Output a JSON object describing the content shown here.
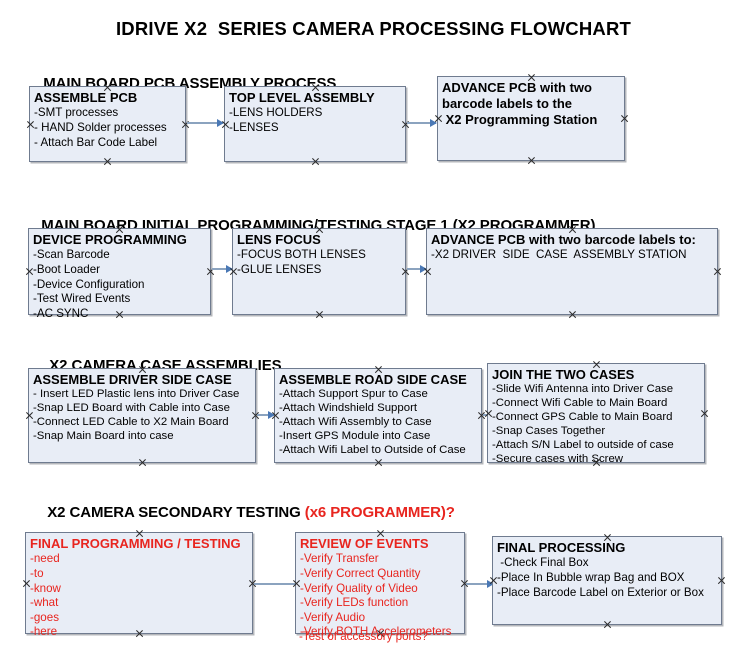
{
  "document": {
    "title": "IDRIVE X2  SERIES CAMERA PROCESSING FLOWCHART",
    "accent_color": "#e8251f",
    "box_fill": "#e8edf6",
    "box_border": "#6f7b8f",
    "arrow_color": "#8ba3bf"
  },
  "sections": [
    {
      "heading": "MAIN BOARD PCB ASSEMBLY PROCESS",
      "heading_accent": "",
      "boxes": [
        {
          "title": "ASSEMBLE PCB",
          "lines": [
            "-SMT processes",
            "- HAND Solder processes",
            "- Attach Bar Code Label"
          ],
          "bold_lines": false,
          "color": "black"
        },
        {
          "title": "TOP LEVEL ASSEMBLY",
          "lines": [
            "-LENS HOLDERS",
            "-LENSES"
          ],
          "bold_lines": false,
          "color": "black"
        },
        {
          "title": "ADVANCE PCB with two",
          "lines": [
            "barcode labels to the",
            " X2 Programming Station"
          ],
          "bold_lines": true,
          "color": "black"
        }
      ]
    },
    {
      "heading": "MAIN BOARD INITIAL PROGRAMMING/TESTING STAGE 1 (X2 PROGRAMMER)",
      "heading_accent": "",
      "boxes": [
        {
          "title": "DEVICE PROGRAMMING",
          "lines": [
            "-Scan Barcode",
            "-Boot Loader",
            "-Device Configuration",
            "-Test Wired Events",
            "-AC SYNC"
          ],
          "bold_lines": false,
          "color": "black"
        },
        {
          "title": "LENS FOCUS",
          "lines": [
            "-FOCUS BOTH LENSES",
            "-GLUE LENSES"
          ],
          "bold_lines": false,
          "color": "black"
        },
        {
          "title": "ADVANCE PCB with two barcode labels to:",
          "lines": [
            "-X2 DRIVER  SIDE  CASE  ASSEMBLY STATION"
          ],
          "bold_lines": false,
          "color": "black"
        }
      ]
    },
    {
      "heading": "X2 CAMERA CASE ASSEMBLIES",
      "heading_accent": "",
      "boxes": [
        {
          "title": "ASSEMBLE DRIVER SIDE CASE",
          "lines": [
            "- Insert LED Plastic lens into Driver Case",
            "-Snap LED Board with Cable into Case",
            "-Connect LED Cable to X2 Main Board",
            "-Snap Main Board into case"
          ],
          "bold_lines": false,
          "color": "black"
        },
        {
          "title": "ASSEMBLE ROAD SIDE CASE",
          "lines": [
            "-Attach Support Spur to Case",
            "-Attach Windshield Support",
            "-Attach Wifi Assembly to Case",
            "-Insert GPS Module into Case",
            "-Attach Wifi Label to Outside of Case"
          ],
          "bold_lines": false,
          "color": "black"
        },
        {
          "title": "JOIN THE TWO CASES",
          "lines": [
            "-Slide Wifi Antenna into Driver Case",
            "-Connect Wifi Cable to Main Board",
            "-Connect GPS Cable to Main Board",
            "-Snap Cases Together",
            "-Attach S/N Label to outside of case",
            "-Secure cases with Screw"
          ],
          "bold_lines": false,
          "color": "black"
        }
      ]
    },
    {
      "heading": "X2 CAMERA SECONDARY TESTING ",
      "heading_accent": "(x6 PROGRAMMER)?",
      "boxes": [
        {
          "title": "FINAL PROGRAMMING / TESTING",
          "lines": [
            "-need",
            "-to",
            "-know",
            "-what",
            "-goes",
            "-here"
          ],
          "bold_lines": false,
          "color": "red"
        },
        {
          "title": "REVIEW OF EVENTS",
          "lines": [
            "-Verify Transfer",
            "-Verify Correct Quantity",
            "-Verify Quality of Video",
            "-Verify LEDs function",
            "-Verify Audio",
            "-Verify BOTH Accelerometers"
          ],
          "overflow_line": "-Test of accessory ports?",
          "bold_lines": false,
          "color": "red"
        },
        {
          "title": "FINAL PROCESSING",
          "lines": [
            " -Check Final Box",
            "-Place In Bubble wrap Bag and BOX",
            "-Place Barcode Label on Exterior or Box"
          ],
          "bold_lines": false,
          "color": "black"
        }
      ]
    }
  ]
}
